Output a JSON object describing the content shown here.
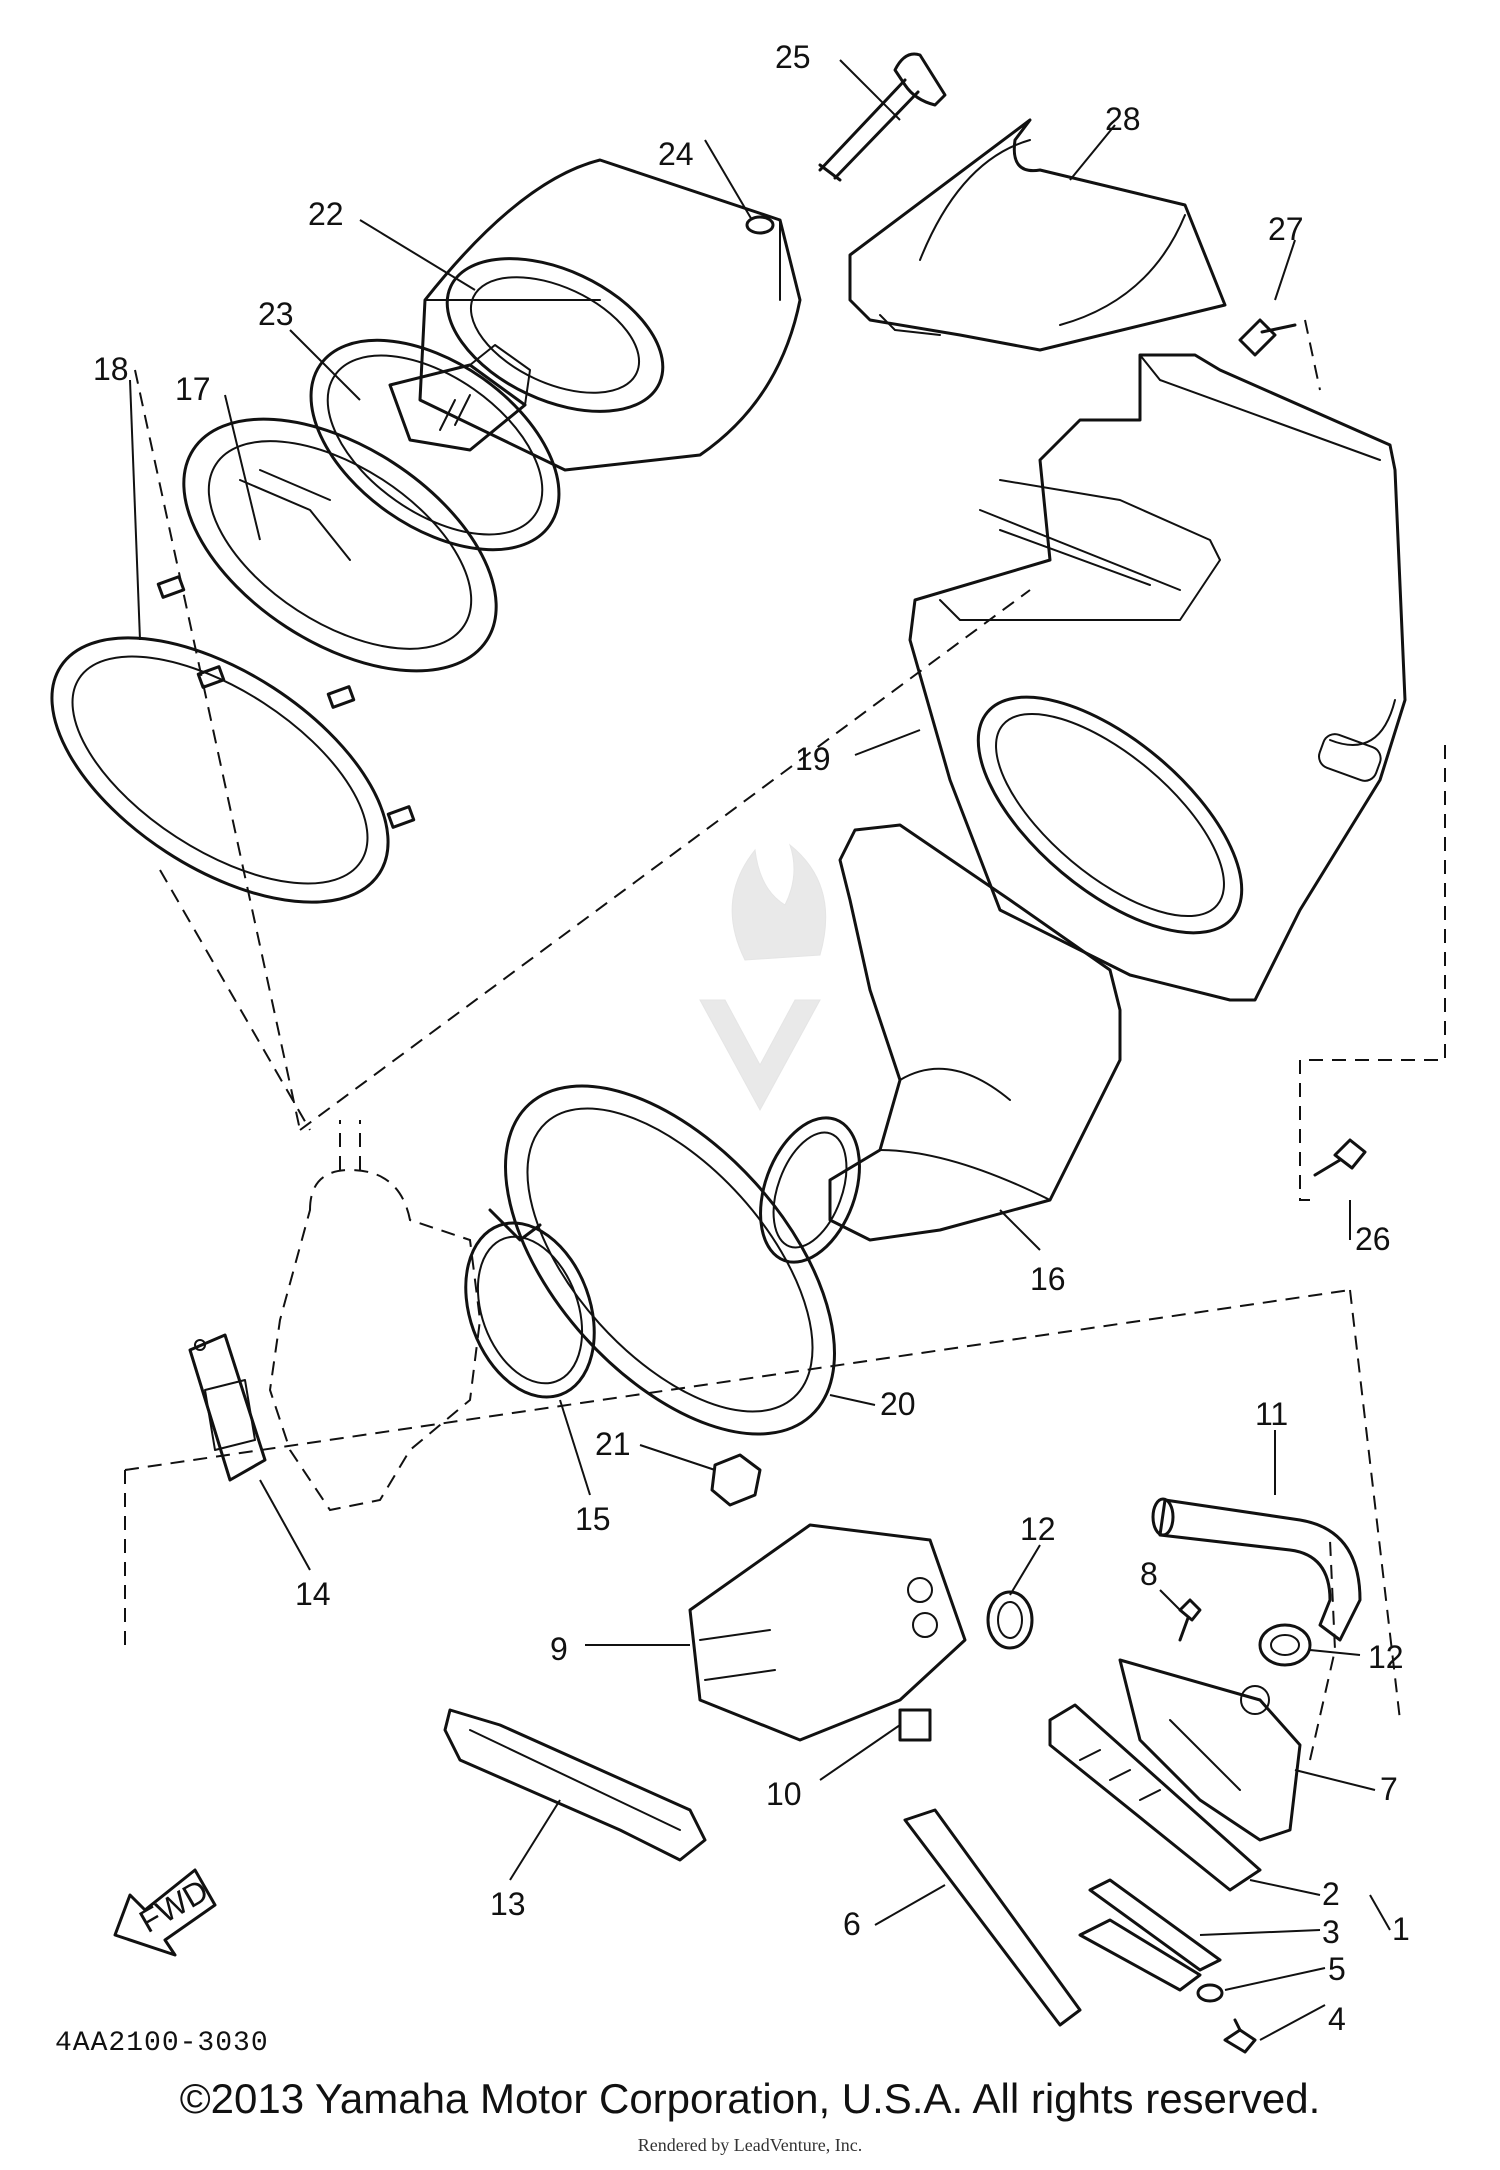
{
  "diagram": {
    "part_numbers": [
      "1",
      "2",
      "3",
      "4",
      "5",
      "6",
      "7",
      "8",
      "9",
      "10",
      "11",
      "12",
      "12",
      "13",
      "14",
      "15",
      "16",
      "17",
      "18",
      "19",
      "20",
      "21",
      "22",
      "23",
      "24",
      "25",
      "26",
      "27",
      "28"
    ],
    "drawing_code": "4AA2100-3030",
    "fwd_label": "FWD"
  },
  "footer": {
    "copyright": "©2013 Yamaha Motor Corporation, U.S.A. All rights reserved.",
    "rendered_by": "Rendered by LeadVenture, Inc."
  }
}
